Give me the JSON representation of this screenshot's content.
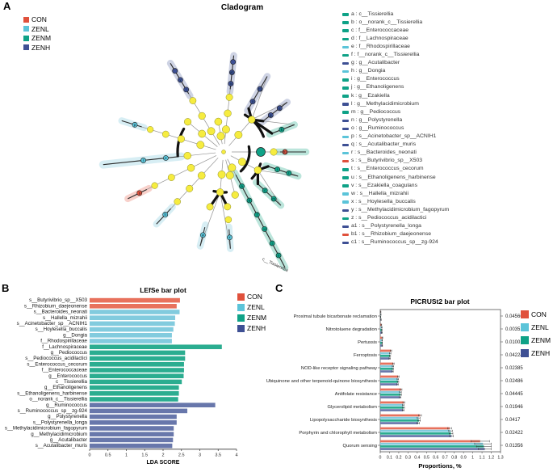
{
  "colors": {
    "node_yellow": "#F6EC3F",
    "branch_gray": "#909090",
    "branch_black": "#111111",
    "axis": "#333333"
  },
  "groups": [
    {
      "name": "CON",
      "color": "#E0513C",
      "bar": "#E8715C"
    },
    {
      "name": "ZENL",
      "color": "#5BC4D9",
      "bar": "#82CBDE"
    },
    {
      "name": "ZENM",
      "color": "#0FA287",
      "bar": "#2BAD90"
    },
    {
      "name": "ZENH",
      "color": "#3E5094",
      "bar": "#6877AB"
    }
  ],
  "panelA": {
    "label": "A",
    "title": "Cladogram",
    "tip_label": "c__Tissierellia",
    "legend": [
      {
        "key": "a",
        "taxon": "c__Tissierellia",
        "group": "ZENM"
      },
      {
        "key": "b",
        "taxon": "o__norank_c__Tissierellia",
        "group": "ZENM"
      },
      {
        "key": "c",
        "taxon": "f__Enterococcaceae",
        "group": "ZENM"
      },
      {
        "key": "d",
        "taxon": "f__Lachnospiraceae",
        "group": "ZENM"
      },
      {
        "key": "e",
        "taxon": "f__Rhodospirillaceae",
        "group": "ZENL"
      },
      {
        "key": "f",
        "taxon": "f__norank_c__Tissierellia",
        "group": "ZENM"
      },
      {
        "key": "g",
        "taxon": "g__Acutalibacter",
        "group": "ZENH"
      },
      {
        "key": "h",
        "taxon": "g__Dongia",
        "group": "ZENL"
      },
      {
        "key": "i",
        "taxon": "g__Enterococcus",
        "group": "ZENM"
      },
      {
        "key": "j",
        "taxon": "g__Ethanoligenens",
        "group": "ZENM"
      },
      {
        "key": "k",
        "taxon": "g__Ezakiella",
        "group": "ZENM"
      },
      {
        "key": "l",
        "taxon": "g__Methylacidimicrobium",
        "group": "ZENH"
      },
      {
        "key": "m",
        "taxon": "g__Pediococcus",
        "group": "ZENM"
      },
      {
        "key": "n",
        "taxon": "g__Polystyrenella",
        "group": "ZENH"
      },
      {
        "key": "o",
        "taxon": "g__Ruminococcus",
        "group": "ZENH"
      },
      {
        "key": "p",
        "taxon": "s__Acinetobacter_sp__ACNIH1",
        "group": "ZENL"
      },
      {
        "key": "q",
        "taxon": "s__Acutalibacter_muris",
        "group": "ZENH"
      },
      {
        "key": "r",
        "taxon": "s__Bacteroides_neonati",
        "group": "ZENL"
      },
      {
        "key": "s",
        "taxon": "s__Butyrivibrio_sp__X503",
        "group": "CON"
      },
      {
        "key": "t",
        "taxon": "s__Enterococcus_cecorum",
        "group": "ZENM"
      },
      {
        "key": "u",
        "taxon": "s__Ethanoligenens_harbinense",
        "group": "ZENM"
      },
      {
        "key": "v",
        "taxon": "s__Ezakiella_coagulans",
        "group": "ZENM"
      },
      {
        "key": "w",
        "taxon": "s__Hallella_mizrahii",
        "group": "ZENL"
      },
      {
        "key": "x",
        "taxon": "s__Hoylesella_buccalis",
        "group": "ZENL"
      },
      {
        "key": "y",
        "taxon": "s__Methylacidimicrobium_fagopyrum",
        "group": "ZENH"
      },
      {
        "key": "z",
        "taxon": "s__Pediococcus_acidilactici",
        "group": "ZENM"
      },
      {
        "key": "a1",
        "taxon": "s__Polystyrenella_longa",
        "group": "ZENH"
      },
      {
        "key": "b1",
        "taxon": "s__Rhizobium_daejeonense",
        "group": "CON"
      },
      {
        "key": "c1",
        "taxon": "s__Ruminococcus_sp__zg-924",
        "group": "ZENH"
      }
    ],
    "tree": {
      "rays": [
        {
          "a": 121,
          "yellow": [
            30,
            52,
            74
          ],
          "tip": {
            "r0": 84,
            "r1": 128,
            "color": "ZENH",
            "nodes": [
              [
                90,
                "l"
              ],
              [
                104,
                "y"
              ],
              [
                117,
                ""
              ]
            ]
          }
        },
        {
          "a": 84,
          "yellow": [
            28,
            48,
            68
          ],
          "tip": {
            "r0": 78,
            "r1": 120,
            "color": "ZENH",
            "nodes": [
              [
                85,
                "n"
              ],
              [
                99,
                "a1"
              ],
              [
                112,
                ""
              ]
            ]
          }
        },
        {
          "a": 100,
          "yellow": [
            20,
            38
          ]
        },
        {
          "a": 49,
          "r": 53,
          "yellow": [
            28,
            53
          ],
          "subs": [
            {
              "a": 60,
              "tip": {
                "r0": 62,
                "r1": 108,
                "color": "ZENH",
                "nodes": [
                  [
                    72,
                    "o"
                  ],
                  [
                    90,
                    "c1"
                  ]
                ]
              }
            },
            {
              "a": 38,
              "tip": {
                "r0": 62,
                "r1": 100,
                "color": "ZENH",
                "nodes": [
                  [
                    74,
                    "g"
                  ],
                  [
                    88,
                    "q"
                  ]
                ]
              }
            },
            {
              "a": 21,
              "tip": {
                "r0": 64,
                "r1": 94,
                "color": "ZENM",
                "nodes": [
                  [
                    77,
                    "k"
                  ]
                ]
              }
            }
          ]
        },
        {
          "a": 0,
          "yellow": [
            62
          ],
          "big": [
            46,
            "ZENM"
          ],
          "tip": {
            "r0": 70,
            "r1": 102,
            "color": "CON",
            "shade": "ZENM",
            "nodes": [
              [
                76,
                "b1"
              ]
            ]
          }
        },
        {
          "a": -28,
          "r": 48,
          "yellow": [
            26,
            48
          ],
          "subs": [
            {
              "a": -18,
              "tip": {
                "r0": 58,
                "r1": 97,
                "color": "ZENM",
                "nodes": [
                  [
                    70,
                    "i"
                  ],
                  [
                    85,
                    "t"
                  ]
                ]
              }
            },
            {
              "a": -43,
              "tip": {
                "r0": 58,
                "r1": 97,
                "color": "ZENM",
                "nodes": [
                  [
                    70,
                    "c"
                  ],
                  [
                    85,
                    "m"
                  ]
                ]
              }
            }
          ]
        },
        {
          "a": -62,
          "yellow": [
            22
          ],
          "label": true,
          "tip": {
            "r0": 32,
            "r1": 162,
            "color": "ZENM",
            "nodes": [
              [
                48,
                "a"
              ],
              [
                68,
                "b"
              ],
              [
                88,
                "f"
              ],
              [
                108,
                "u"
              ],
              [
                128,
                "j"
              ],
              [
                145,
                "z"
              ]
            ]
          }
        },
        {
          "a": -95,
          "r": 50,
          "yellow": [
            28,
            50
          ],
          "subs": [
            {
              "a": -86,
              "yellow": [
                68,
                84
              ],
              "tip": {
                "r0": 96,
                "r1": 120,
                "color": "ZENL",
                "nodes": [
                  [
                    106,
                    "x"
                  ]
                ]
              }
            },
            {
              "a": -104,
              "yellow": [
                70
              ],
              "tip": {
                "r0": 96,
                "r1": 120,
                "color": "ZENL",
                "nodes": [
                  [
                    106,
                    "w"
                  ]
                ]
              }
            }
          ]
        },
        {
          "a": -133,
          "yellow": [
            40,
            62,
            84
          ],
          "tip": {
            "r0": 96,
            "r1": 122,
            "color": "ZENL",
            "nodes": [
              [
                106,
                "h"
              ]
            ]
          }
        },
        {
          "a": -154,
          "yellow": [
            45,
            72,
            95
          ],
          "tip": {
            "r0": 106,
            "r1": 132,
            "color": "CON",
            "nodes": [
              [
                116,
                "s"
              ]
            ]
          }
        },
        {
          "a": -174,
          "yellow": [
            45
          ],
          "tip": {
            "r0": 56,
            "r1": 150,
            "color": "ZENL",
            "wide": 10,
            "nodes": [
              [
                72,
                "e"
              ],
              [
                100,
                "r"
              ]
            ]
          }
        },
        {
          "a": 163,
          "yellow": [
            30,
            55,
            75,
            95
          ],
          "tip": {
            "r0": 106,
            "r1": 132,
            "color": "ZENL",
            "nodes": [
              [
                115,
                "p"
              ]
            ]
          }
        },
        {
          "a": 140,
          "yellow": [
            35,
            58
          ]
        },
        {
          "a": -75,
          "yellow": [
            30,
            55
          ]
        }
      ],
      "arcs": [
        {
          "r": 32,
          "a0": -48,
          "a1": 12
        },
        {
          "r": 53,
          "a0": 21,
          "a1": 60
        },
        {
          "r": 48,
          "a0": -43,
          "a1": -18
        },
        {
          "r": 50,
          "a0": -104,
          "a1": -86
        },
        {
          "r": 57,
          "a0": 150,
          "a1": 185
        }
      ]
    }
  },
  "chart_data": [
    {
      "type": "bar",
      "panel_label": "B",
      "title": "LEfSe bar plot",
      "xlabel": "LDA SCORE",
      "xlim": [
        0,
        4
      ],
      "xticks": [
        "0",
        "0.5",
        "1",
        "1.5",
        "2",
        "2.5",
        "3",
        "3.5",
        "4"
      ],
      "legend_position": "top-right",
      "bars": [
        {
          "label": "s__Butyrivibrio_sp__X503",
          "value": 2.46,
          "group": "CON"
        },
        {
          "label": "s__Rhizobium_daejeonense",
          "value": 2.37,
          "group": "CON"
        },
        {
          "label": "s__Bacteroides_neonati",
          "value": 2.45,
          "group": "ZENL"
        },
        {
          "label": "s__Hallella_mizrahii",
          "value": 2.33,
          "group": "ZENL"
        },
        {
          "label": "s__Acinetobacter_sp__ACNIH1",
          "value": 2.32,
          "group": "ZENL"
        },
        {
          "label": "s__Hoylesella_buccalis",
          "value": 2.28,
          "group": "ZENL"
        },
        {
          "label": "g__Dongia",
          "value": 2.24,
          "group": "ZENL"
        },
        {
          "label": "f__Rhodospirillaceae",
          "value": 2.24,
          "group": "ZENL"
        },
        {
          "label": "f__Lachnospiraceae",
          "value": 3.6,
          "group": "ZENM"
        },
        {
          "label": "g__Pediococcus",
          "value": 2.6,
          "group": "ZENM"
        },
        {
          "label": "s__Pediococcus_acidilactici",
          "value": 2.6,
          "group": "ZENM"
        },
        {
          "label": "s__Enterococcus_cecorum",
          "value": 2.57,
          "group": "ZENM"
        },
        {
          "label": "f__Enterococcaceae",
          "value": 2.57,
          "group": "ZENM"
        },
        {
          "label": "g__Enterococcus",
          "value": 2.56,
          "group": "ZENM"
        },
        {
          "label": "c__Tissierellia",
          "value": 2.51,
          "group": "ZENM"
        },
        {
          "label": "g__Ethanoligenens",
          "value": 2.43,
          "group": "ZENM"
        },
        {
          "label": "s__Ethanoligenens_harbinense",
          "value": 2.43,
          "group": "ZENM"
        },
        {
          "label": "o__norank_c__Tissierellia",
          "value": 2.41,
          "group": "ZENM"
        },
        {
          "label": "g__Ruminococcus",
          "value": 3.42,
          "group": "ZENH"
        },
        {
          "label": "s__Ruminococcus_sp__zg-924",
          "value": 2.66,
          "group": "ZENH"
        },
        {
          "label": "g__Polystyrenella",
          "value": 2.37,
          "group": "ZENH"
        },
        {
          "label": "s__Polystyrenella_longa",
          "value": 2.37,
          "group": "ZENH"
        },
        {
          "label": "s__Methylacidimicrobium_fagopyrum",
          "value": 2.29,
          "group": "ZENH"
        },
        {
          "label": "g__Methylacidimicrobium",
          "value": 2.29,
          "group": "ZENH"
        },
        {
          "label": "g__Acutalibacter",
          "value": 2.27,
          "group": "ZENH"
        },
        {
          "label": "s__Acutalibacter_muris",
          "value": 2.25,
          "group": "ZENH"
        }
      ]
    },
    {
      "type": "bar",
      "panel_label": "C",
      "title": "PICRUSt2 bar plot",
      "xlabel": "Proportions, %",
      "xlim": [
        0,
        1.3
      ],
      "xticks": [
        "0",
        "0.1",
        "0.2",
        "0.3",
        "0.4",
        "0.5",
        "0.6",
        "0.7",
        "0.8",
        "0.9",
        "1",
        "1.1",
        "1.2",
        "1.3"
      ],
      "legend_position": "right",
      "categories": [
        "Proximal tubule bicarbonate reclamation",
        "Nitrotoluene degradation",
        "Pertussis",
        "Ferroptosis",
        "NOD-like receptor signaling pathway",
        "Ubiquinone and other terpenoid-quinone biosynthesis",
        "Antifolate resistance",
        "Glycerolipid metabolism",
        "Lipopolysaccharide biosynthesis",
        "Porphyrin and chlorophyll metabolism",
        "Quorum sensing"
      ],
      "pvalues": [
        "0.04566",
        "0.003514",
        "0.01001",
        "0.04224",
        "0.02385",
        "0.02486",
        "0.04445",
        "0.01946",
        "0.0417",
        "0.02422",
        "0.01356"
      ],
      "series": [
        {
          "name": "CON",
          "values": [
            0.005,
            0.012,
            0.023,
            0.115,
            0.142,
            0.195,
            0.225,
            0.255,
            0.43,
            0.75,
            1.08
          ],
          "errors": [
            0.003,
            0.004,
            0.004,
            0.008,
            0.008,
            0.008,
            0.01,
            0.01,
            0.015,
            0.02,
            0.1
          ]
        },
        {
          "name": "ZENL",
          "values": [
            0.006,
            0.016,
            0.021,
            0.107,
            0.138,
            0.19,
            0.218,
            0.248,
            0.415,
            0.76,
            1.11
          ],
          "errors": [
            0.003,
            0.004,
            0.003,
            0.008,
            0.008,
            0.008,
            0.01,
            0.01,
            0.015,
            0.02,
            0.09
          ]
        },
        {
          "name": "ZENM",
          "values": [
            0.005,
            0.017,
            0.021,
            0.105,
            0.137,
            0.192,
            0.22,
            0.252,
            0.42,
            0.765,
            1.12
          ],
          "errors": [
            0.002,
            0.004,
            0.003,
            0.007,
            0.007,
            0.008,
            0.009,
            0.01,
            0.014,
            0.02,
            0.08
          ]
        },
        {
          "name": "ZENH",
          "values": [
            0.007,
            0.018,
            0.022,
            0.102,
            0.134,
            0.188,
            0.215,
            0.248,
            0.41,
            0.77,
            1.13
          ],
          "errors": [
            0.004,
            0.005,
            0.003,
            0.007,
            0.007,
            0.008,
            0.009,
            0.01,
            0.014,
            0.02,
            0.07
          ]
        }
      ]
    }
  ]
}
